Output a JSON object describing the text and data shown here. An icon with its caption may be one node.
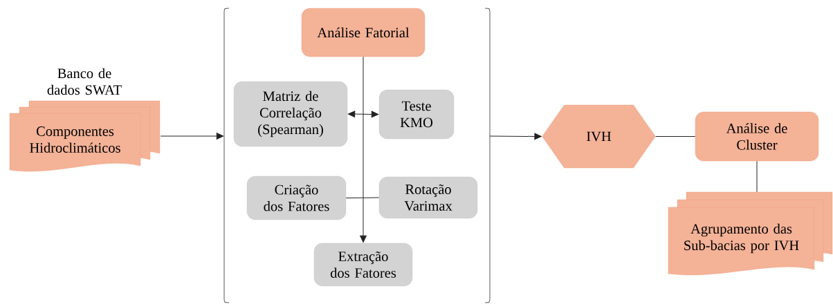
{
  "diagram": {
    "nodes": [
      {
        "text": [
          "Componentes Hidroclimáticos"
        ],
        "beside": [
          "Banco de dados SWAT"
        ]
      },
      {
        "text": [],
        "shape": "bracket"
      },
      {
        "text": [
          "Análise Fatorial"
        ],
        "in": 1
      },
      {
        "text": [
          "Matriz de Correlação (Spearman)"
        ],
        "in": 1
      },
      {
        "text": [
          "Teste KMO"
        ],
        "in": 1
      },
      {
        "text": [
          "Criação dos Fatores"
        ],
        "in": 1
      },
      {
        "text": [
          "Rotação Varimax"
        ],
        "in": 1
      },
      {
        "text": [
          "Extração dos Fatores"
        ],
        "in": 1
      },
      {
        "text": [
          "IVH"
        ]
      },
      {
        "text": [
          "Análise de Cluster"
        ]
      },
      {
        "text": [
          "Agrupamento das Sub-bacias por IVH"
        ]
      }
    ],
    "edges": [
      {
        "from": 0,
        "to": 1,
        "arrow": "to"
      },
      {
        "from": 2,
        "to": 7,
        "arrow": "to"
      },
      {
        "from": 3,
        "to": 4,
        "arrow": "both"
      },
      {
        "from": 5,
        "to": 6,
        "arrow": "none"
      },
      {
        "from": 1,
        "to": 8,
        "arrow": "to"
      },
      {
        "from": 8,
        "to": 9,
        "arrow": "none"
      },
      {
        "from": 9,
        "to": 10,
        "arrow": "none"
      }
    ]
  }
}
